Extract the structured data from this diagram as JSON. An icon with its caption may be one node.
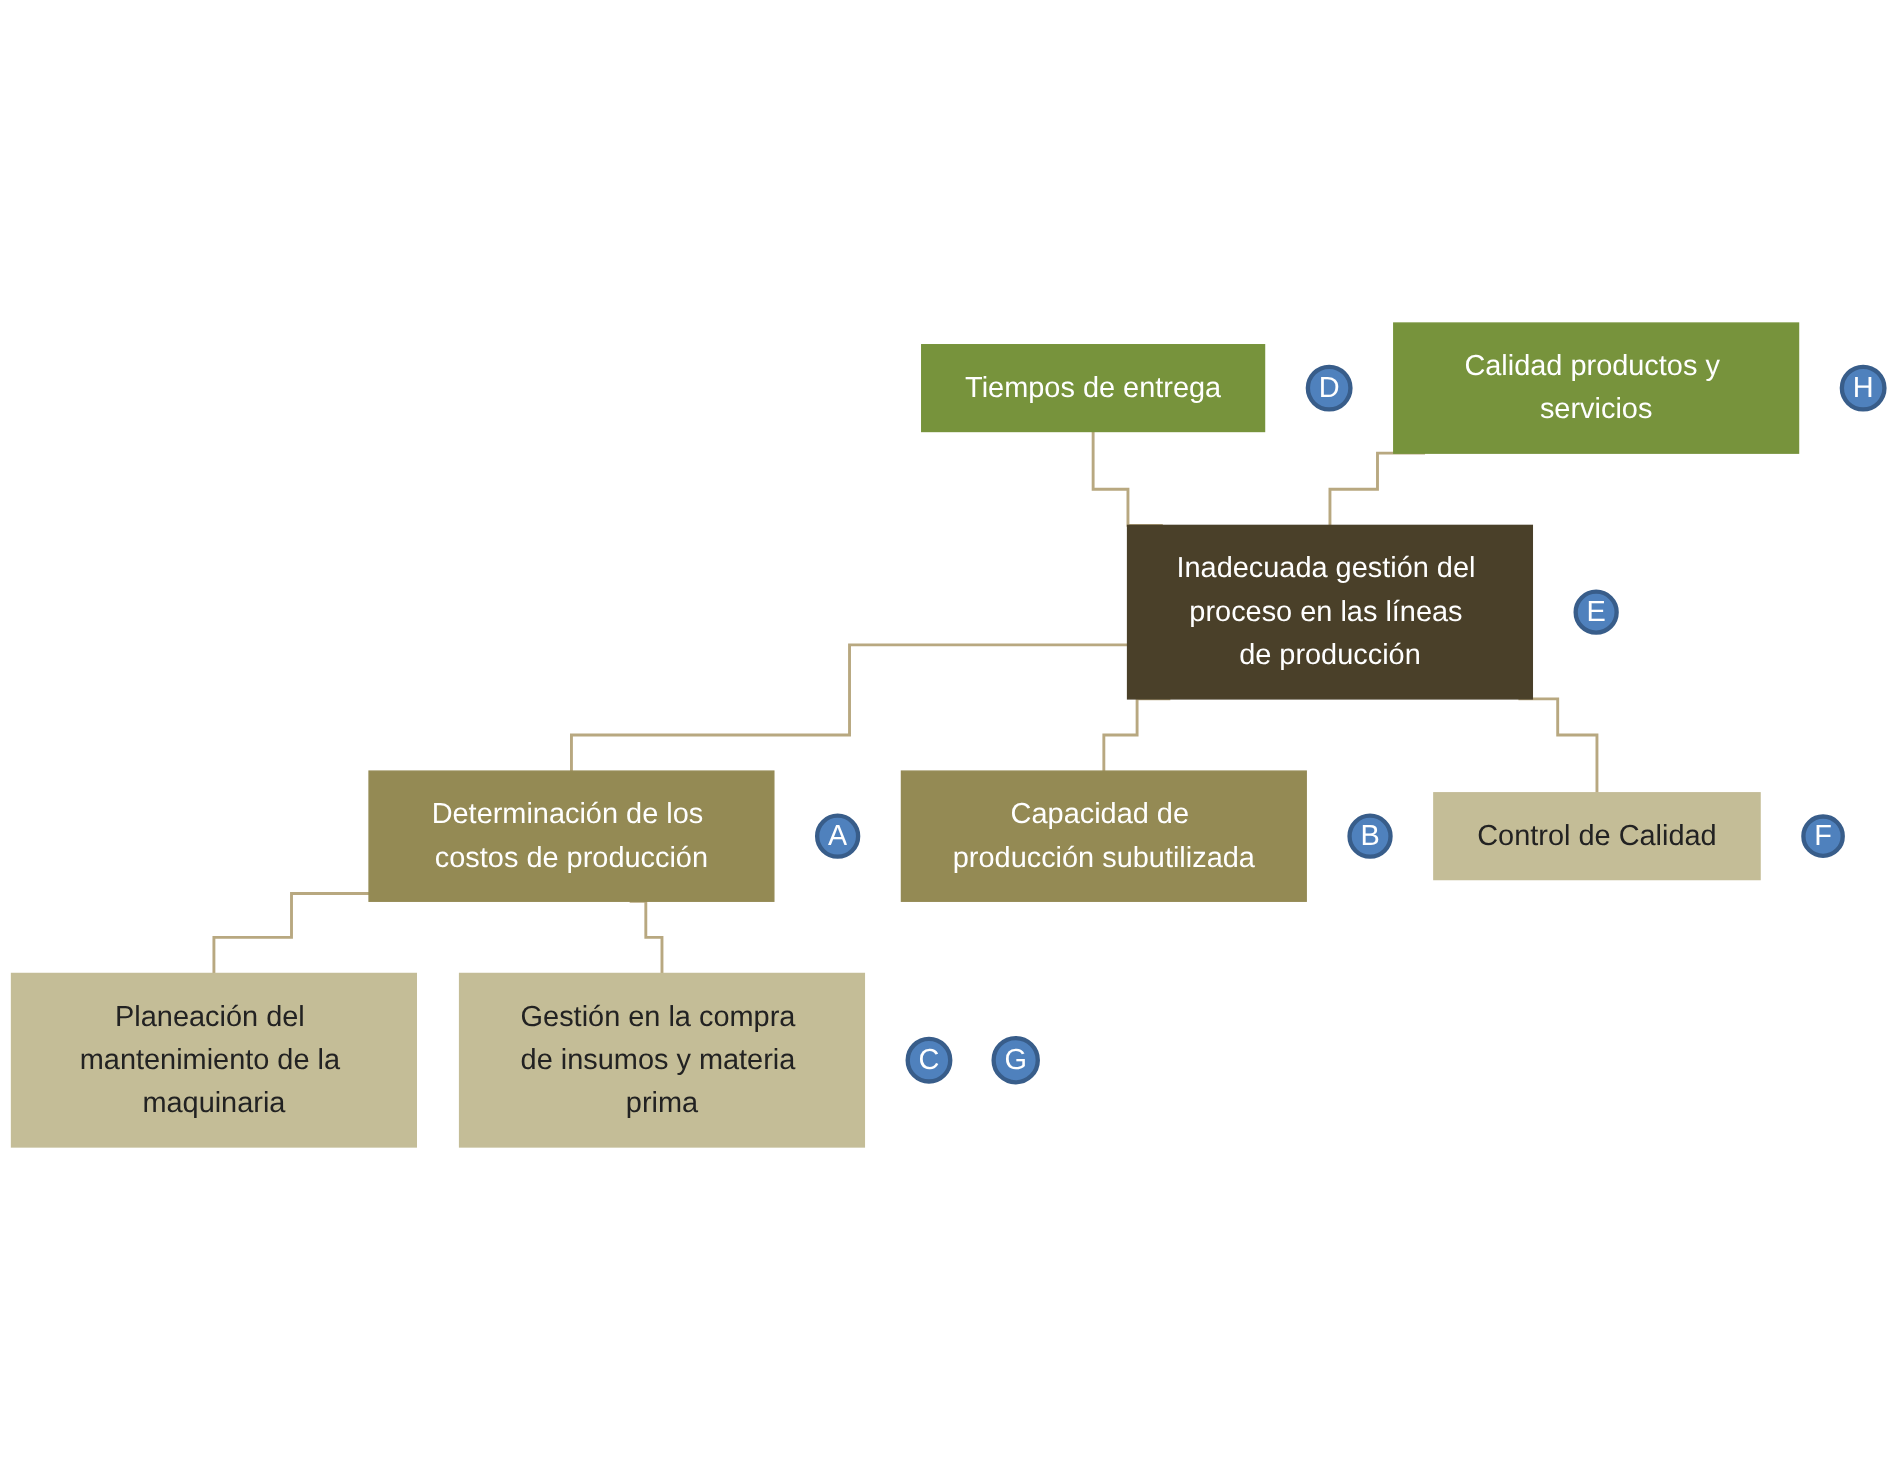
{
  "diagram": {
    "nodes": [
      {
        "text": [
          "Calidad productos y servicios"
        ]
      },
      {
        "text": [
          "D"
        ]
      },
      {
        "text": [
          "Tiempos de entrega"
        ]
      },
      {
        "text": [
          "H"
        ]
      },
      {
        "text": [
          "Inadecuada gestión del proceso en las líneas de producción"
        ]
      },
      {
        "text": [
          "E"
        ]
      },
      {
        "text": [
          "Determinación de los costos de producción"
        ]
      },
      {
        "text": [
          "A"
        ]
      },
      {
        "text": [
          "Capacidad de producción subutilizada"
        ]
      },
      {
        "text": [
          "B"
        ]
      },
      {
        "text": [
          "Planeación del mantenimiento de la maquinaria"
        ]
      },
      {
        "text": [
          "C"
        ]
      },
      {
        "text": [
          "Gestión en la compra de insumos y materia prima"
        ]
      },
      {
        "text": [
          "G"
        ]
      },
      {
        "text": [
          "Control de Calidad"
        ]
      },
      {
        "text": [
          "F"
        ]
      }
    ],
    "edges": [
      {
        "from": 0,
        "to": 4,
        "arrow": "none"
      },
      {
        "from": 2,
        "to": 4,
        "arrow": "none"
      },
      {
        "from": 4,
        "to": 6,
        "arrow": "none"
      },
      {
        "from": 4,
        "to": 8,
        "arrow": "none"
      },
      {
        "from": 4,
        "to": 14,
        "arrow": "none"
      },
      {
        "from": 6,
        "to": 10,
        "arrow": "none"
      },
      {
        "from": 6,
        "to": 12,
        "arrow": "none"
      }
    ]
  }
}
